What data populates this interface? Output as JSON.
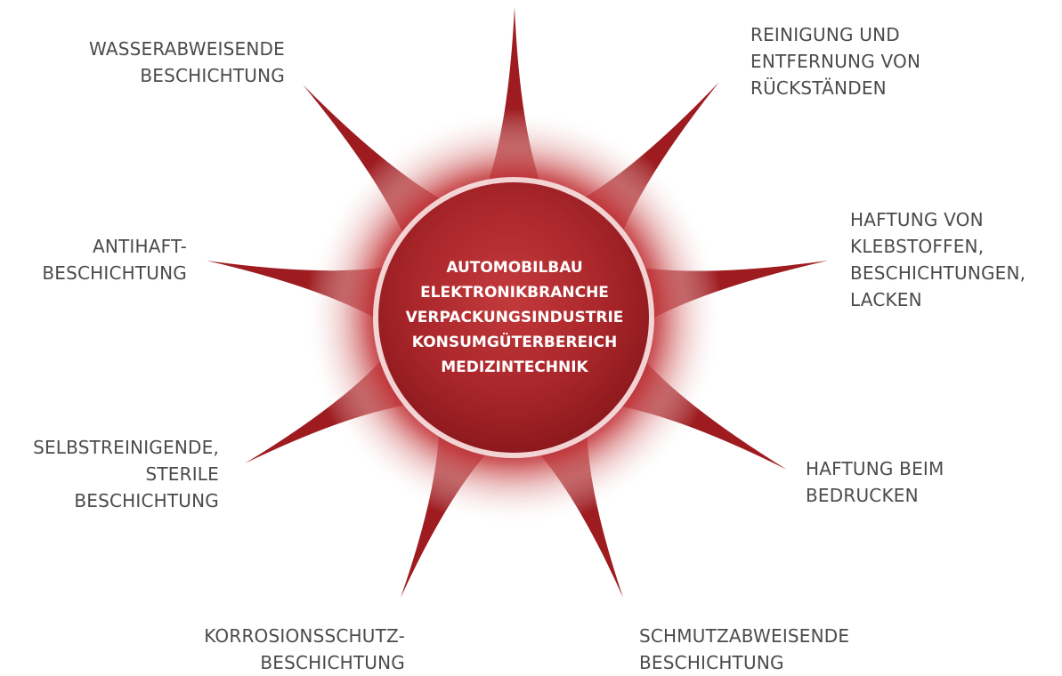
{
  "center": {
    "lines": [
      "AUTOMOBILBAU",
      "ELEKTRONIKBRANCHE",
      "VERPACKUNGSINDUSTRIE",
      "KONSUMGÜTERBEREICH",
      "MEDIZINTECHNIK"
    ]
  },
  "labels": {
    "wasserabweisende": [
      "WASSERABWEISENDE",
      "BESCHICHTUNG"
    ],
    "reinigung": [
      "REINIGUNG UND",
      "ENTFERNUNG VON",
      "RÜCKSTÄNDEN"
    ],
    "haftung_klebstoffe": [
      "HAFTUNG VON",
      "KLEBSTOFFEN,",
      "BESCHICHTUNGEN,",
      "LACKEN"
    ],
    "antihaft": [
      "ANTIHAFT-",
      "BESCHICHTUNG"
    ],
    "selbstreinigende": [
      "SELBSTREINIGENDE,",
      "STERILE",
      "BESCHICHTUNG"
    ],
    "haftung_bedrucken": [
      "HAFTUNG BEIM",
      "BEDRUCKEN"
    ],
    "korrosionsschutz": [
      "KORROSIONSSCHUTZ-",
      "BESCHICHTUNG"
    ],
    "schmutzabweisende": [
      "SCHMUTZABWEISENDE",
      "BESCHICHTUNG"
    ]
  },
  "colors": {
    "accent_dark": "#9e1c20",
    "accent_light": "#c2383a",
    "text": "#4b4b4b",
    "center_text": "#ffffff"
  }
}
